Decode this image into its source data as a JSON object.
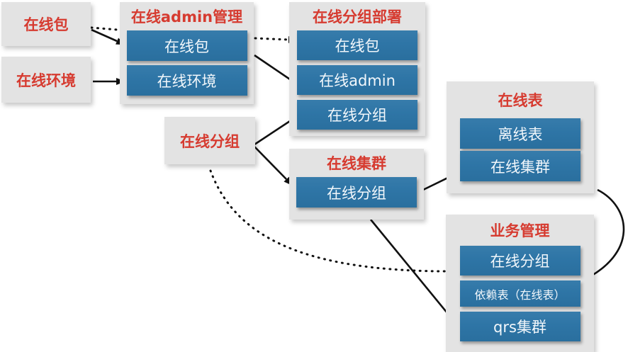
{
  "diagram": {
    "colors": {
      "background": "#ffffff",
      "container_bg": "#e3e3e3",
      "item_bg": "#2e75a6",
      "title_text": "#d63b30",
      "item_text": "#f2f7fb",
      "edge": "#111111"
    },
    "nodes": [
      {
        "id": "online-package",
        "label": "在线包"
      },
      {
        "id": "online-env",
        "label": "在线环境"
      },
      {
        "id": "online-group",
        "label": "在线分组"
      }
    ],
    "groups": [
      {
        "id": "online-admin-mgmt",
        "title": "在线admin管理",
        "items": [
          "在线包",
          "在线环境"
        ]
      },
      {
        "id": "online-group-deploy",
        "title": "在线分组部署",
        "items": [
          "在线包",
          "在线admin",
          "在线分组"
        ]
      },
      {
        "id": "online-cluster",
        "title": "在线集群",
        "items": [
          "在线分组"
        ]
      },
      {
        "id": "online-table",
        "title": "在线表",
        "items": [
          "离线表",
          "在线集群"
        ]
      },
      {
        "id": "biz-mgmt",
        "title": "业务管理",
        "items": [
          "在线分组",
          "依赖表（在线表）",
          "qrs集群"
        ]
      }
    ],
    "edges": [
      {
        "from": "在线包",
        "to": "在线admin管理",
        "style": "dotted"
      },
      {
        "from": "在线包",
        "to": "在线admin管理/在线包",
        "style": "solid-arrow"
      },
      {
        "from": "在线环境",
        "to": "在线admin管理/在线环境",
        "style": "solid-arrow"
      },
      {
        "from": "在线admin管理",
        "to": "在线分组部署/在线包",
        "style": "dotted-arrow"
      },
      {
        "from": "在线admin管理/在线包",
        "to": "在线分组部署/在线admin",
        "style": "solid-arrow"
      },
      {
        "from": "在线分组",
        "to": "在线分组部署/在线分组",
        "style": "solid-arrow"
      },
      {
        "from": "在线分组",
        "to": "在线集群/在线分组",
        "style": "solid-arrow"
      },
      {
        "from": "在线分组",
        "to": "业务管理/在线分组",
        "style": "dotted-curve"
      },
      {
        "from": "在线集群/在线分组",
        "to": "在线表/在线集群",
        "style": "solid-arrow"
      },
      {
        "from": "在线集群",
        "to": "业务管理/qrs集群",
        "style": "solid-arrow"
      },
      {
        "from": "在线表",
        "to": "业务管理/依赖表（在线表）",
        "style": "curve"
      }
    ]
  }
}
